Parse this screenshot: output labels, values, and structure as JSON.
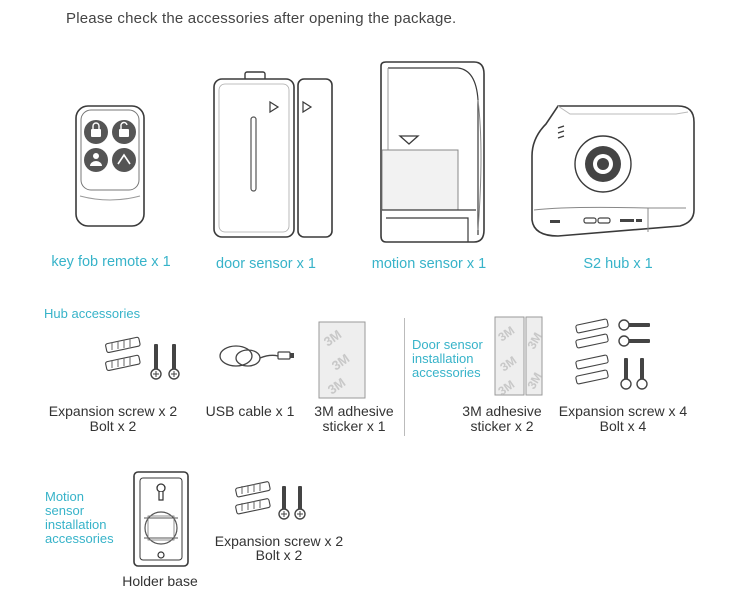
{
  "intro": "Please check the accessories after opening the package.",
  "products": [
    {
      "caption": "key fob remote x 1"
    },
    {
      "caption": "door sensor x 1"
    },
    {
      "caption": "motion sensor x 1"
    },
    {
      "caption": "S2 hub x 1"
    }
  ],
  "hub_accessories": {
    "title": "Hub accessories",
    "items": [
      {
        "line1": "Expansion screw x 2",
        "line2": "Bolt x 2"
      },
      {
        "line1": "USB cable x 1",
        "line2": ""
      },
      {
        "line1": "3M adhesive",
        "line2": "sticker x 1"
      }
    ]
  },
  "door_accessories": {
    "title_lines": [
      "Door sensor",
      "installation",
      "accessories"
    ],
    "items": [
      {
        "line1": "3M adhesive",
        "line2": "sticker x 2"
      },
      {
        "line1": "Expansion screw x 4",
        "line2": "Bolt x 4"
      }
    ]
  },
  "motion_accessories": {
    "title_lines": [
      "Motion",
      "sensor",
      "installation",
      "accessories"
    ],
    "items": [
      {
        "line1": "Holder base",
        "line2": ""
      },
      {
        "line1": "Expansion screw x 2",
        "line2": "Bolt x 2"
      }
    ]
  },
  "sticker_text": "3M",
  "colors": {
    "accent": "#37b3c9",
    "text": "#333333",
    "line": "#3a3a3a"
  }
}
